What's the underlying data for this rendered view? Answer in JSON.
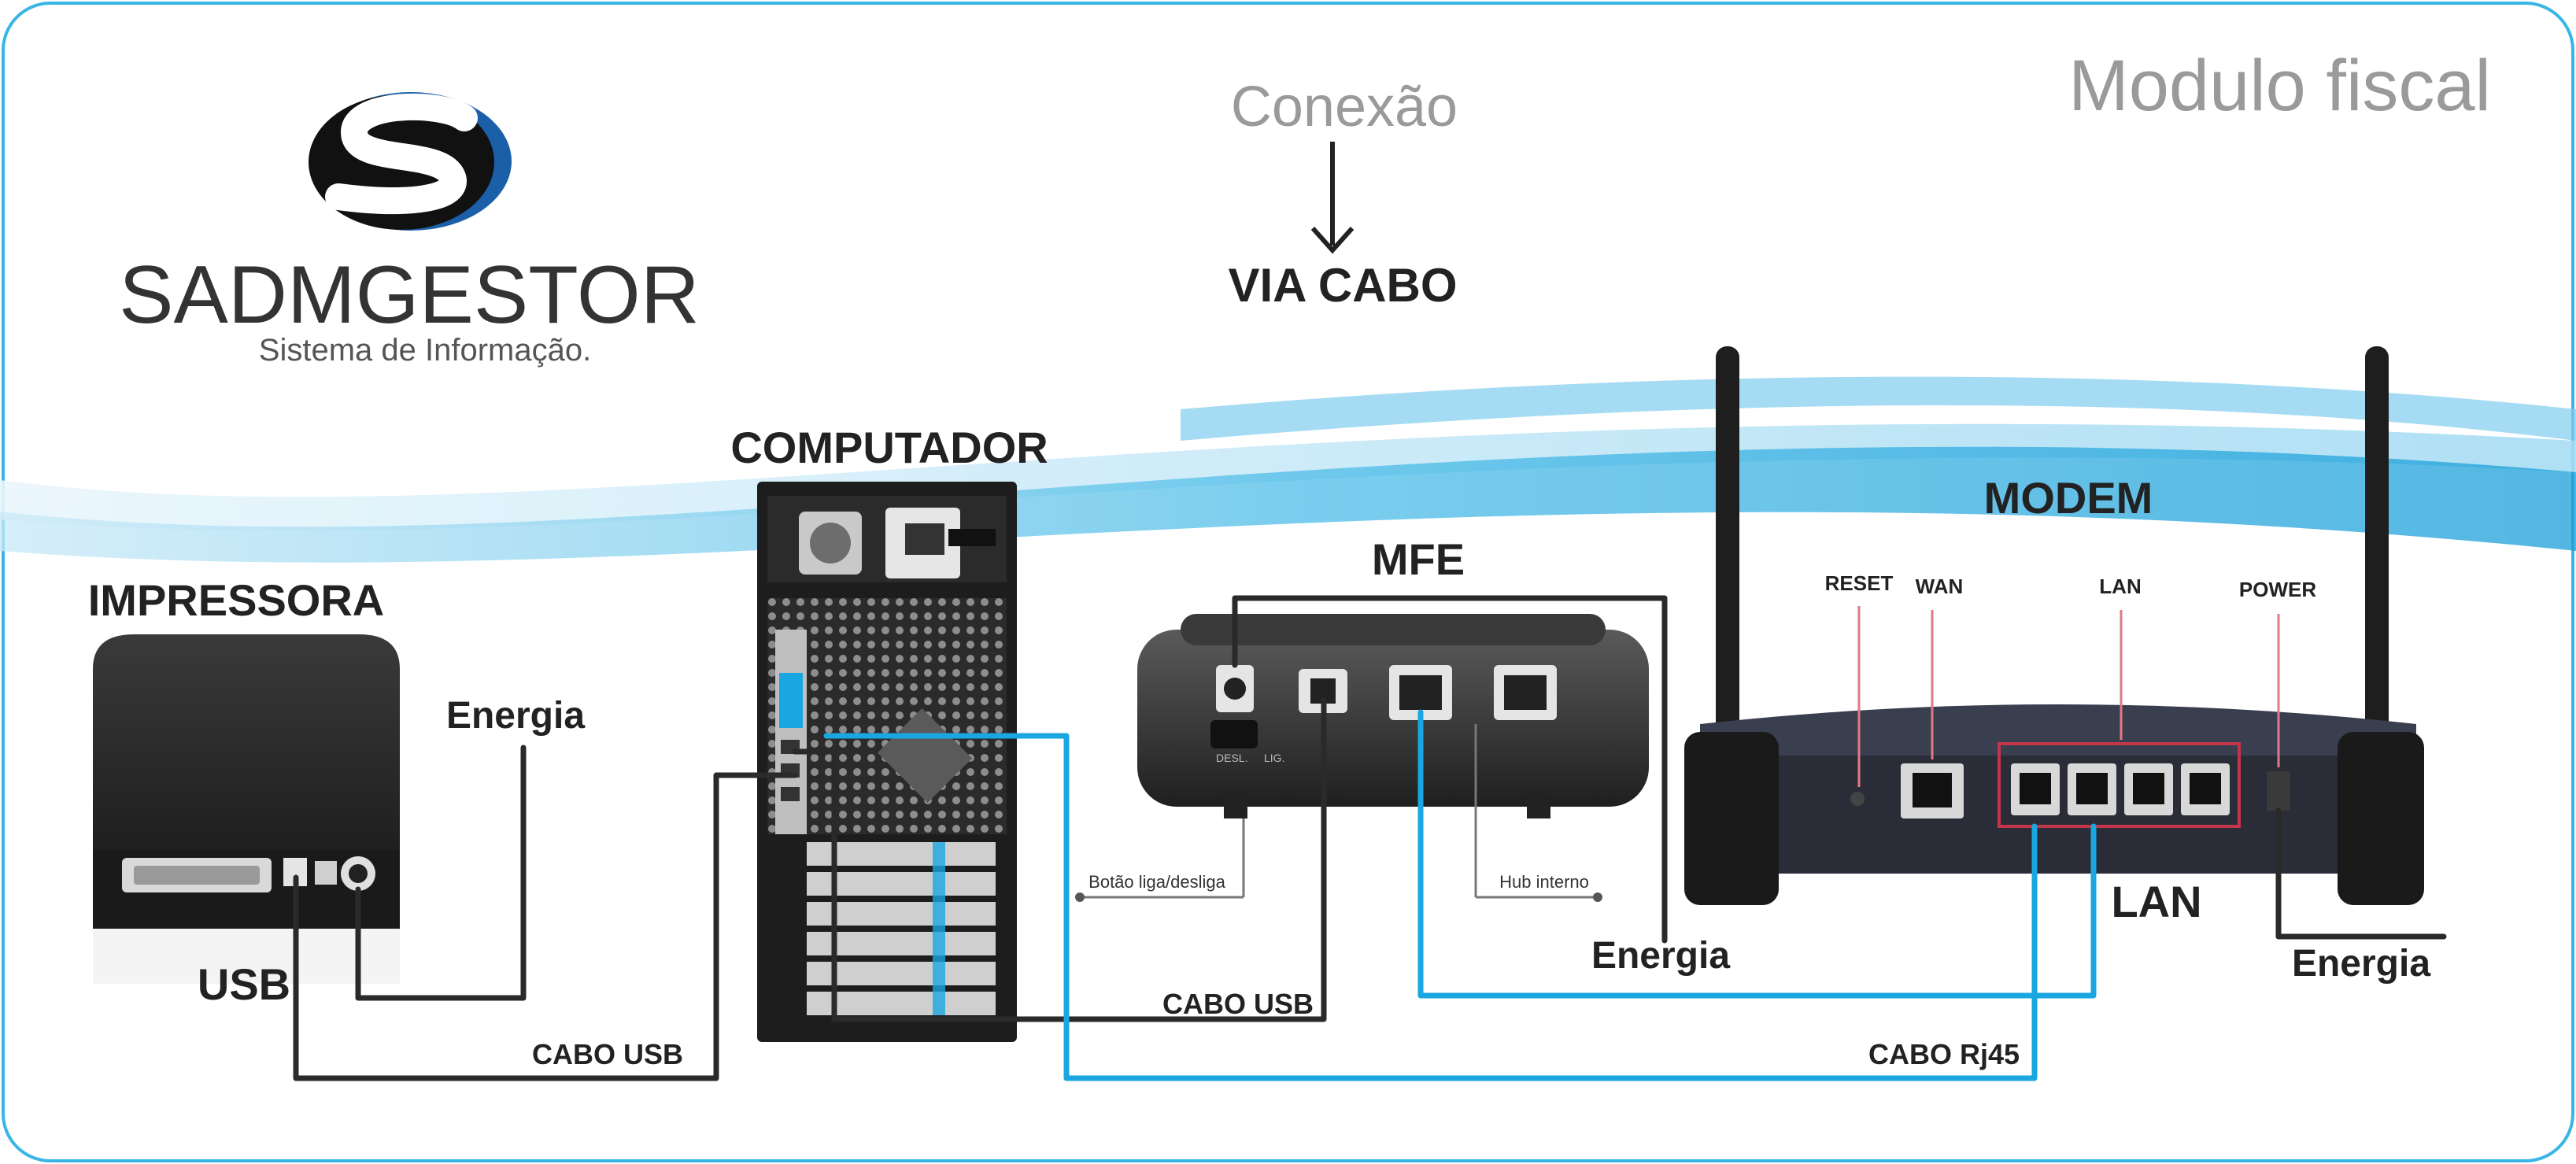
{
  "header": {
    "title": "Modulo fiscal",
    "connection_label": "Conexão",
    "connection_type": "VIA CABO"
  },
  "logo": {
    "name": "SADMGESTOR",
    "tagline": "Sistema de Informação."
  },
  "devices": {
    "printer": {
      "label": "IMPRESSORA",
      "power_label": "Energia",
      "usb_label": "USB"
    },
    "computer": {
      "label": "COMPUTADOR"
    },
    "mfe": {
      "label": "MFE",
      "switch_label": "Botão liga/desliga",
      "hub_label": "Hub interno",
      "power_label": "Energia",
      "switch_off": "DESL.",
      "switch_on": "LIG."
    },
    "modem": {
      "label": "MODEM",
      "port_reset": "RESET",
      "port_wan": "WAN",
      "port_lan": "LAN",
      "port_power": "POWER",
      "lan_label": "LAN",
      "power_label": "Energia"
    }
  },
  "cables": {
    "printer_usb": "CABO USB",
    "mfe_usb": "CABO USB",
    "rj45": "CABO Rj45"
  },
  "colors": {
    "cable_dark": "#2a2a2a",
    "cable_blue": "#1aa6e0",
    "title_gray": "#9a9a9a",
    "border": "#39b6e6",
    "logo_blue": "#1b5fa8"
  }
}
